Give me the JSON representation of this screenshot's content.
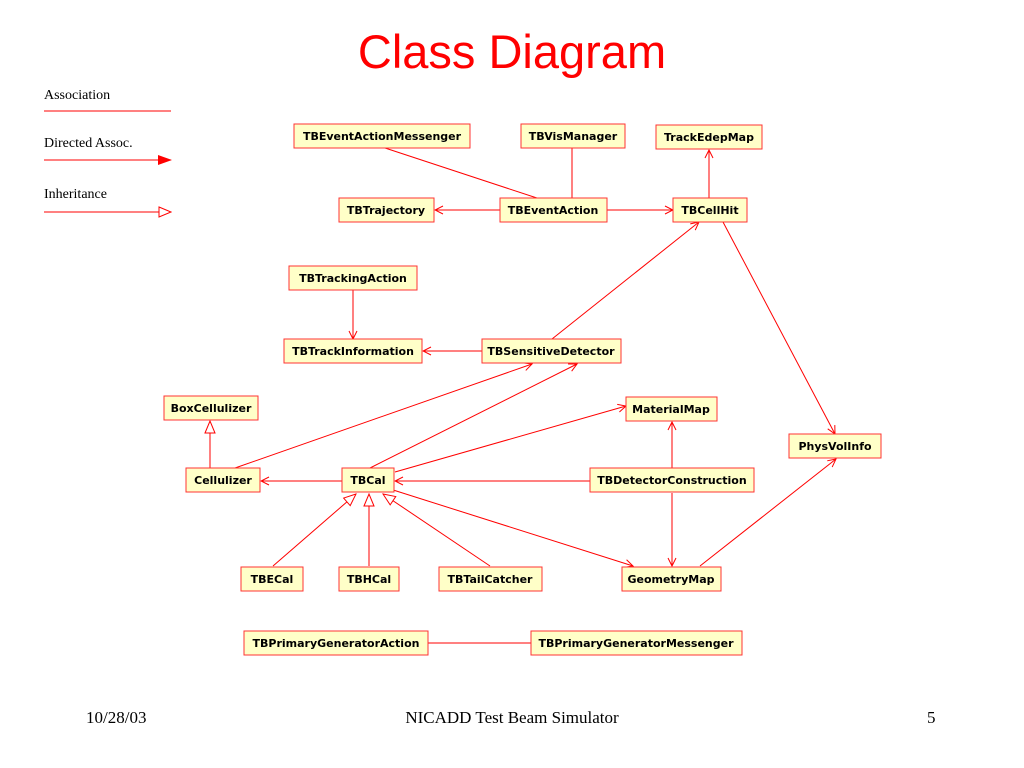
{
  "title": "Class Diagram",
  "legend": {
    "association": "Association",
    "directed": "Directed Assoc.",
    "inheritance": "Inheritance"
  },
  "classes": {
    "tbeventactionmessenger": "TBEventActionMessenger",
    "tbvismanager": "TBVisManager",
    "trackedepmap": "TrackEdepMap",
    "tbtrajectory": "TBTrajectory",
    "tbeventaction": "TBEventAction",
    "tbcellhit": "TBCellHit",
    "tbtrackingaction": "TBTrackingAction",
    "tbtrackinformation": "TBTrackInformation",
    "tbsensitivedetector": "TBSensitiveDetector",
    "boxcellulizer": "BoxCellulizer",
    "materialmap": "MaterialMap",
    "physvolinfo": "PhysVolInfo",
    "cellulizer": "Cellulizer",
    "tbcal": "TBCal",
    "tbdetectorconstruction": "TBDetectorConstruction",
    "tbecal": "TBECal",
    "tbhcal": "TBHCal",
    "tbtailcatcher": "TBTailCatcher",
    "geometrymap": "GeometryMap",
    "tbprimarygeneratoraction": "TBPrimaryGeneratorAction",
    "tbprimarygeneratormessenger": "TBPrimaryGeneratorMessenger"
  },
  "relations": [
    {
      "from": "TBEventActionMessenger",
      "to": "TBEventAction",
      "kind": "association"
    },
    {
      "from": "TBVisManager",
      "to": "TBEventAction",
      "kind": "association"
    },
    {
      "from": "TBEventAction",
      "to": "TBTrajectory",
      "kind": "directed"
    },
    {
      "from": "TBEventAction",
      "to": "TBCellHit",
      "kind": "directed"
    },
    {
      "from": "TBCellHit",
      "to": "TrackEdepMap",
      "kind": "directed"
    },
    {
      "from": "TBCellHit",
      "to": "PhysVolInfo",
      "kind": "directed"
    },
    {
      "from": "TBTrackingAction",
      "to": "TBTrackInformation",
      "kind": "directed"
    },
    {
      "from": "TBSensitiveDetector",
      "to": "TBTrackInformation",
      "kind": "directed"
    },
    {
      "from": "TBSensitiveDetector",
      "to": "TBCellHit",
      "kind": "directed"
    },
    {
      "from": "Cellulizer",
      "to": "TBSensitiveDetector",
      "kind": "directed"
    },
    {
      "from": "TBCal",
      "to": "TBSensitiveDetector",
      "kind": "directed"
    },
    {
      "from": "Cellulizer",
      "to": "BoxCellulizer",
      "kind": "inheritance"
    },
    {
      "from": "TBCal",
      "to": "Cellulizer",
      "kind": "directed"
    },
    {
      "from": "TBCal",
      "to": "MaterialMap",
      "kind": "directed"
    },
    {
      "from": "TBDetectorConstruction",
      "to": "TBCal",
      "kind": "directed"
    },
    {
      "from": "TBDetectorConstruction",
      "to": "MaterialMap",
      "kind": "directed"
    },
    {
      "from": "TBDetectorConstruction",
      "to": "GeometryMap",
      "kind": "directed"
    },
    {
      "from": "TBCal",
      "to": "GeometryMap",
      "kind": "directed"
    },
    {
      "from": "GeometryMap",
      "to": "PhysVolInfo",
      "kind": "directed"
    },
    {
      "from": "TBECal",
      "to": "TBCal",
      "kind": "inheritance"
    },
    {
      "from": "TBHCal",
      "to": "TBCal",
      "kind": "inheritance"
    },
    {
      "from": "TBTailCatcher",
      "to": "TBCal",
      "kind": "inheritance"
    },
    {
      "from": "TBPrimaryGeneratorAction",
      "to": "TBPrimaryGeneratorMessenger",
      "kind": "association"
    }
  ],
  "footer": {
    "date": "10/28/03",
    "center": "NICADD Test Beam Simulator",
    "page": "5"
  }
}
